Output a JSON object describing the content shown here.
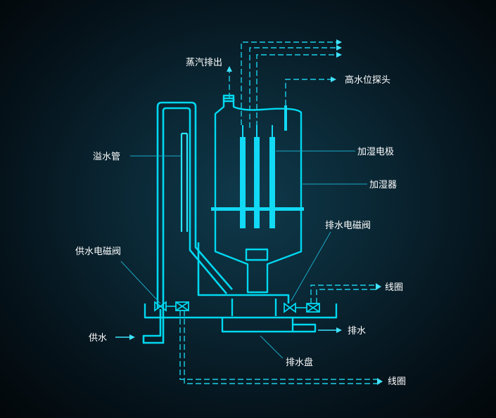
{
  "labels": {
    "steam_outlet": "蒸汽排出",
    "high_level_probe": "高水位探头",
    "overflow_pipe": "溢水管",
    "humidifying_electrode": "加湿电极",
    "humidifier": "加湿器",
    "supply_solenoid_valve": "供水电磁阀",
    "drain_solenoid_valve": "排水电磁阀",
    "coil_right": "线圈",
    "water_supply": "供水",
    "drain": "排水",
    "drain_pan": "排水盘",
    "coil_bottom": "线圈"
  },
  "colors": {
    "line": "#00d8f0",
    "text": "#ffffff",
    "background": "#0a2633"
  }
}
